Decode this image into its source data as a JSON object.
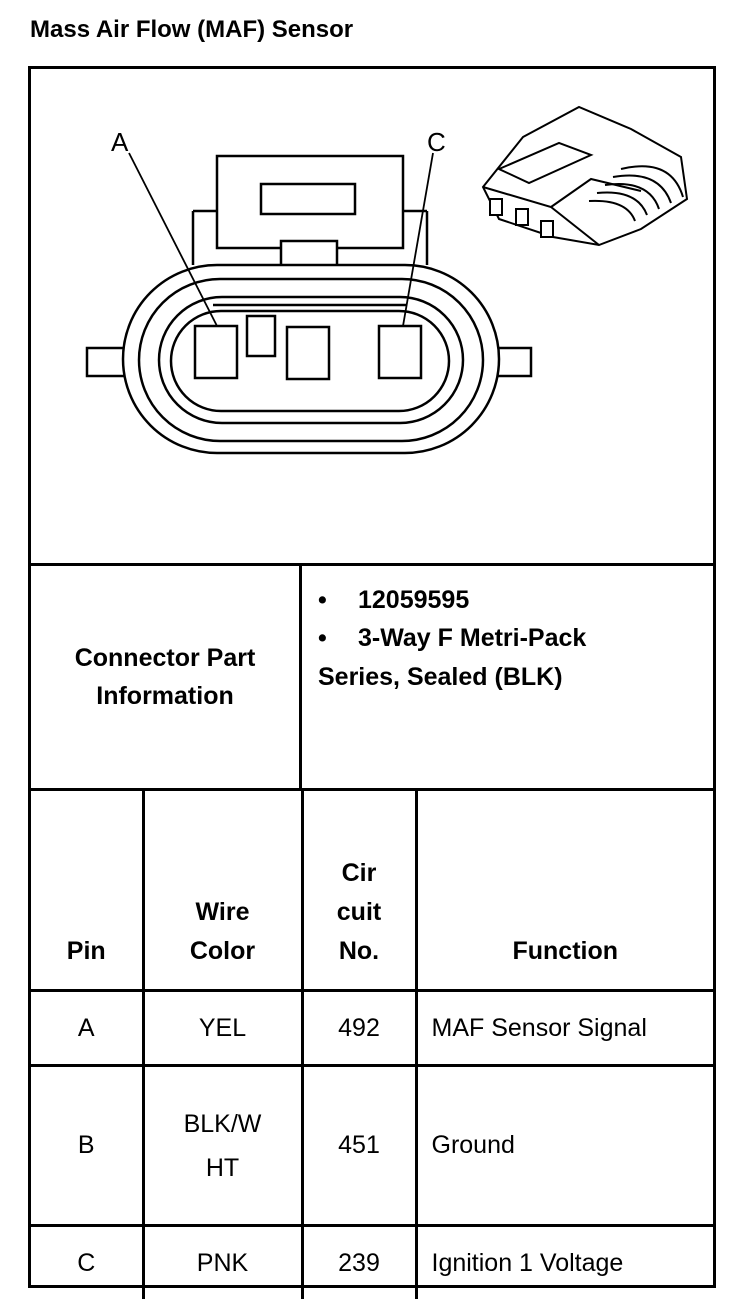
{
  "title": "Mass Air Flow (MAF) Sensor",
  "diagram": {
    "callouts": [
      "A",
      "C"
    ]
  },
  "connector_info": {
    "label_line1": "Connector Part",
    "label_line2": "Information",
    "part_number": "12059595",
    "description_line1": "3-Way F Metri-Pack",
    "description_line2": "Series, Sealed (BLK)"
  },
  "table": {
    "headers": {
      "pin": "Pin",
      "wire_color_1": "Wire",
      "wire_color_2": "Color",
      "circuit_1": "Cir",
      "circuit_2": "cuit",
      "circuit_3": "No.",
      "function": "Function"
    },
    "rows": [
      {
        "pin": "A",
        "wire": "YEL",
        "circuit": "492",
        "function": "MAF Sensor Signal"
      },
      {
        "pin": "B",
        "wire_1": "BLK/W",
        "wire_2": "HT",
        "circuit": "451",
        "function": "Ground"
      },
      {
        "pin": "C",
        "wire": "PNK",
        "circuit": "239",
        "function": "Ignition 1 Voltage"
      }
    ]
  }
}
